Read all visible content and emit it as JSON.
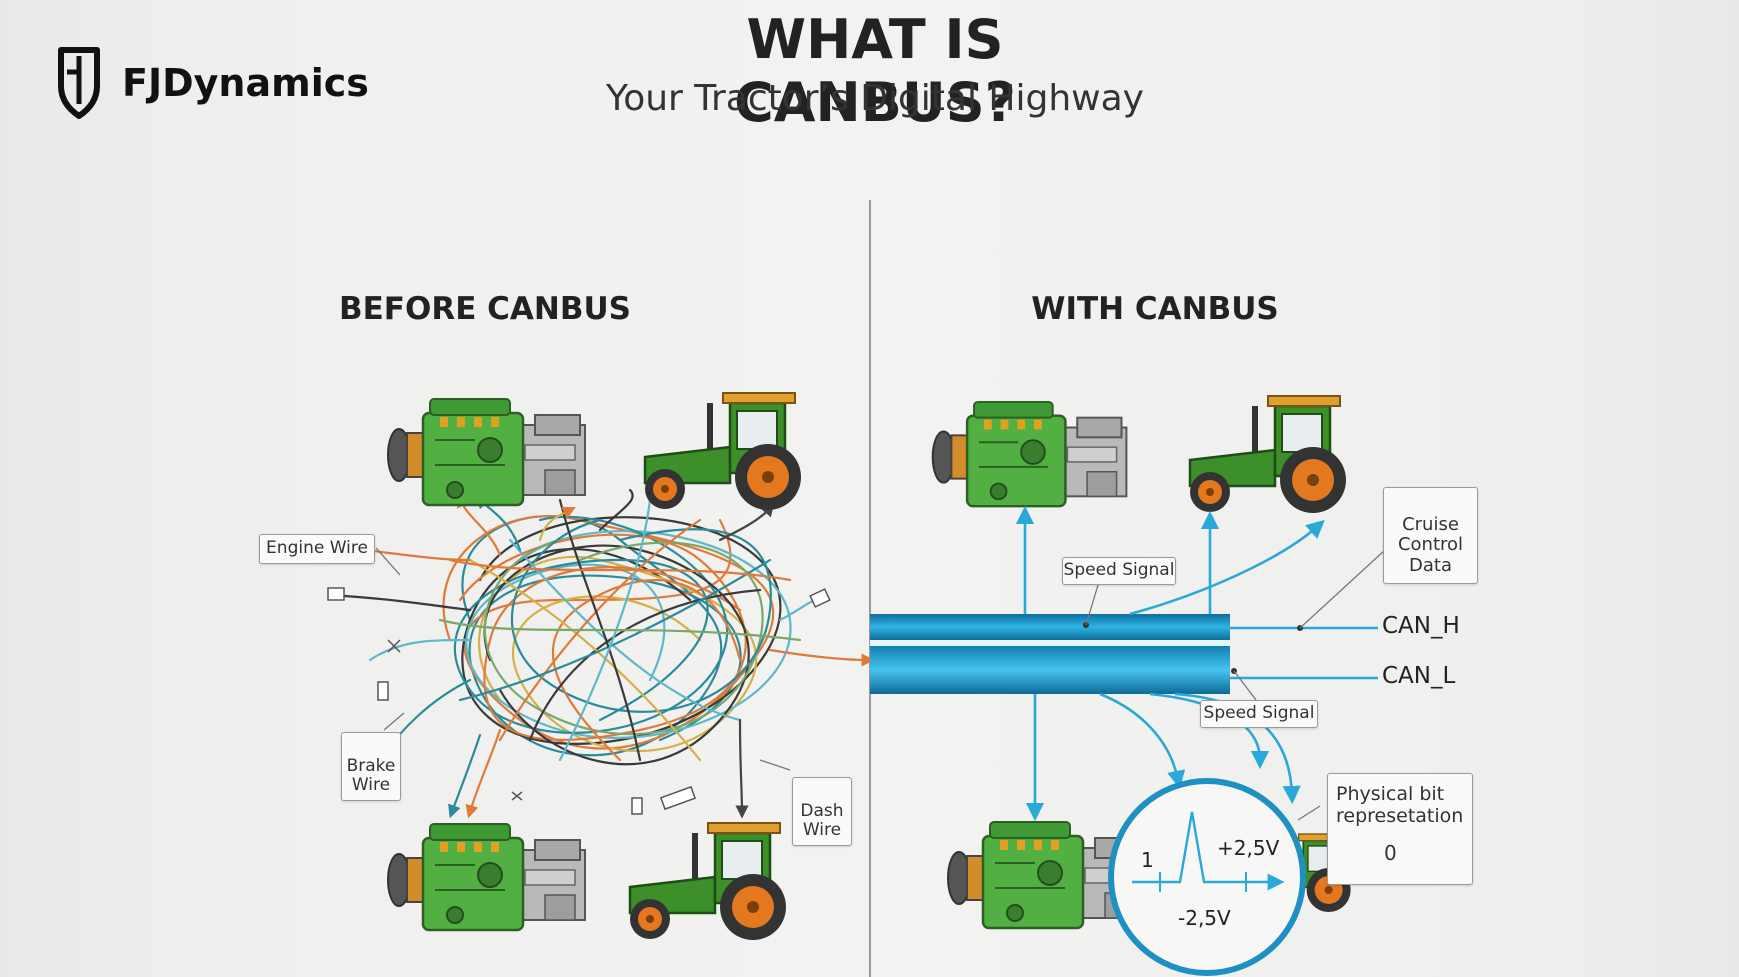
{
  "brand": {
    "name": "FJDynamics",
    "logo_icon": "fj-shield-icon"
  },
  "header": {
    "title": "WHAT IS CANBUS?",
    "subtitle": "Your Tractor’s Digital Highway"
  },
  "before": {
    "title": "BEFORE CANBUS",
    "labels": {
      "engine_wire": "Engine Wire",
      "brake_wire": "Brake\nWire",
      "dash_wire": "Dash\nWire"
    }
  },
  "with": {
    "title": "WITH CANBUS",
    "labels": {
      "speed_signal_top": "Speed Signal",
      "speed_signal_bottom": "Speed Signal",
      "cruise": "Cruise\nControl\nData",
      "can_h": "CAN_H",
      "can_l": "CAN_L",
      "physical": "Physical bit\nrepresetation",
      "physical_zero": "0"
    },
    "waveform": {
      "one": "1",
      "plus": "+2,5V",
      "minus": "-2,5V"
    }
  },
  "colors": {
    "bus": "#1fa3d6",
    "arrow": "#2aa8d8",
    "tractor_green": "#3d8f2a",
    "wheel_orange": "#e3781f",
    "engine_green": "#4fb041"
  }
}
